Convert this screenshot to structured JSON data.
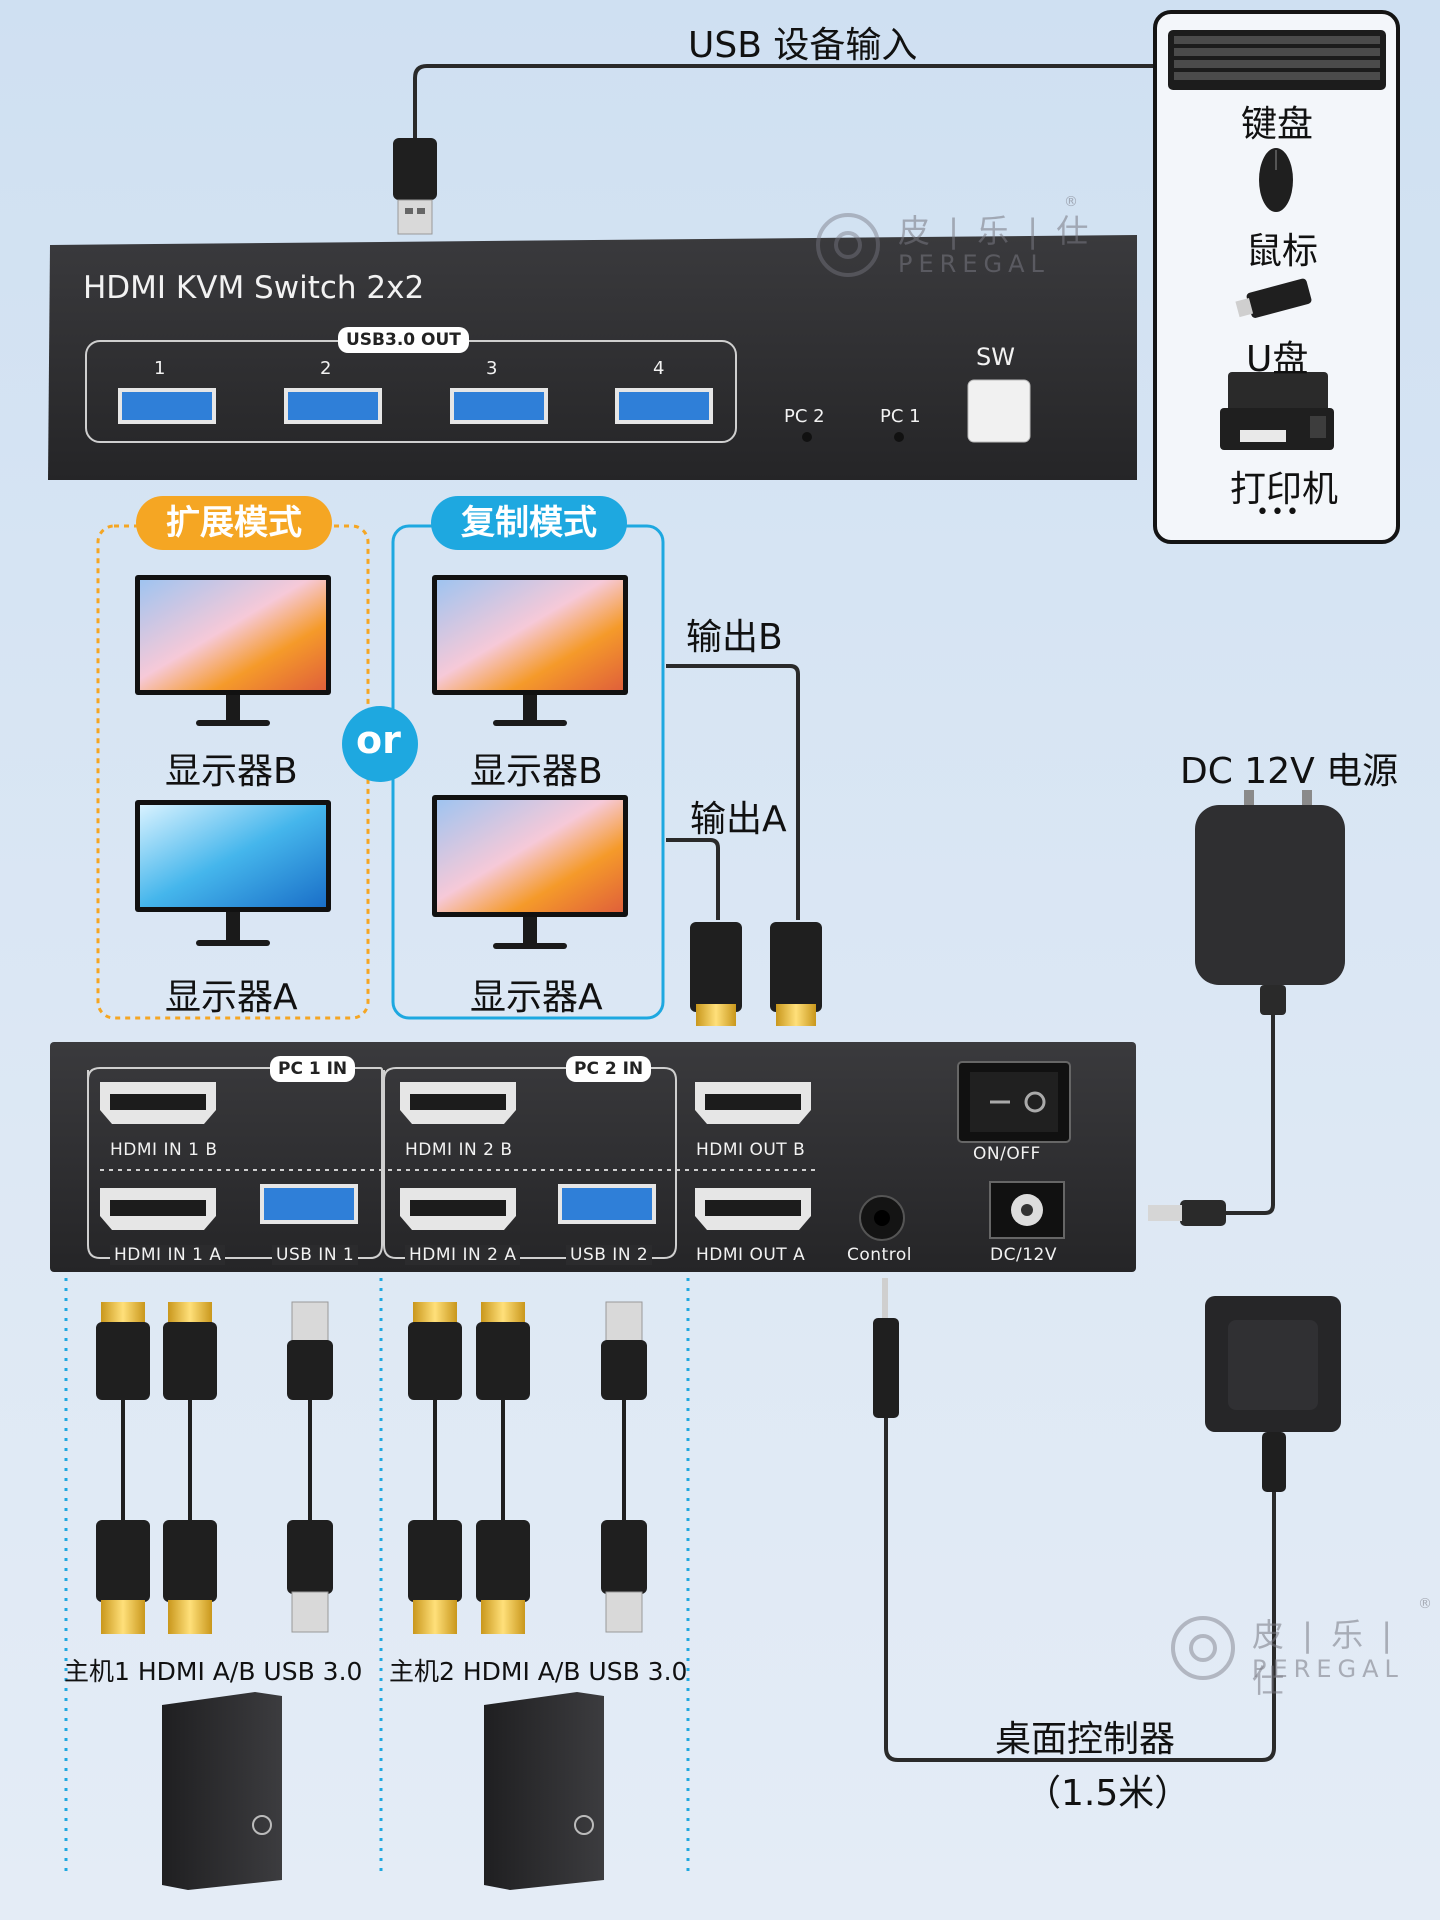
{
  "top": {
    "usb_input_label": "USB 设备输入"
  },
  "peripherals": {
    "items": [
      "键盘",
      "鼠标",
      "U盘",
      "打印机"
    ],
    "more": "•••"
  },
  "switch_front": {
    "title": "HDMI KVM Switch 2x2",
    "usb_out_label": "USB3.0 OUT",
    "port_numbers": [
      "1",
      "2",
      "3",
      "4"
    ],
    "pc2_label": "PC 2",
    "pc1_label": "PC 1",
    "sw_label": "SW"
  },
  "modes": {
    "extend_label": "扩展模式",
    "mirror_label": "复制模式",
    "or_label": "or",
    "monitor_b": "显示器B",
    "monitor_a": "显示器A",
    "output_b": "输出B",
    "output_a": "输出A"
  },
  "power": {
    "label": "DC 12V 电源"
  },
  "switch_back": {
    "pc1_in": "PC 1 IN",
    "pc2_in": "PC 2 IN",
    "hdmi_in_1b": "HDMI IN 1 B",
    "hdmi_in_2b": "HDMI IN 2 B",
    "hdmi_out_b": "HDMI OUT B",
    "on_off": "ON/OFF",
    "hdmi_in_1a": "HDMI IN 1 A",
    "usb_in_1": "USB IN 1",
    "hdmi_in_2a": "HDMI IN 2 A",
    "usb_in_2": "USB IN 2",
    "hdmi_out_a": "HDMI OUT A",
    "control": "Control",
    "dc12v": "DC/12V"
  },
  "hosts": {
    "host1": "主机1 HDMI A/B  USB 3.0",
    "host2": "主机2 HDMI A/B USB 3.0"
  },
  "controller": {
    "label": "桌面控制器",
    "length": "（1.5米）"
  },
  "brand": {
    "cn": "皮 | 乐 | 仕",
    "en": "PEREGAL",
    "reg": "®"
  },
  "colors": {
    "extend_orange": "#f5a623",
    "mirror_blue": "#1ea8e0",
    "device_dark": "#2d2d2f",
    "usb_blue": "#2f7fd8",
    "hdmi_gold": "#e3b52a"
  },
  "icons": [
    "keyboard-icon",
    "mouse-icon",
    "usb-drive-icon",
    "printer-icon",
    "monitor-icon",
    "hdmi-plug-icon",
    "usb-plug-icon",
    "power-adapter-icon",
    "desktop-controller-icon",
    "pc-tower-icon",
    "audio-jack-icon"
  ]
}
